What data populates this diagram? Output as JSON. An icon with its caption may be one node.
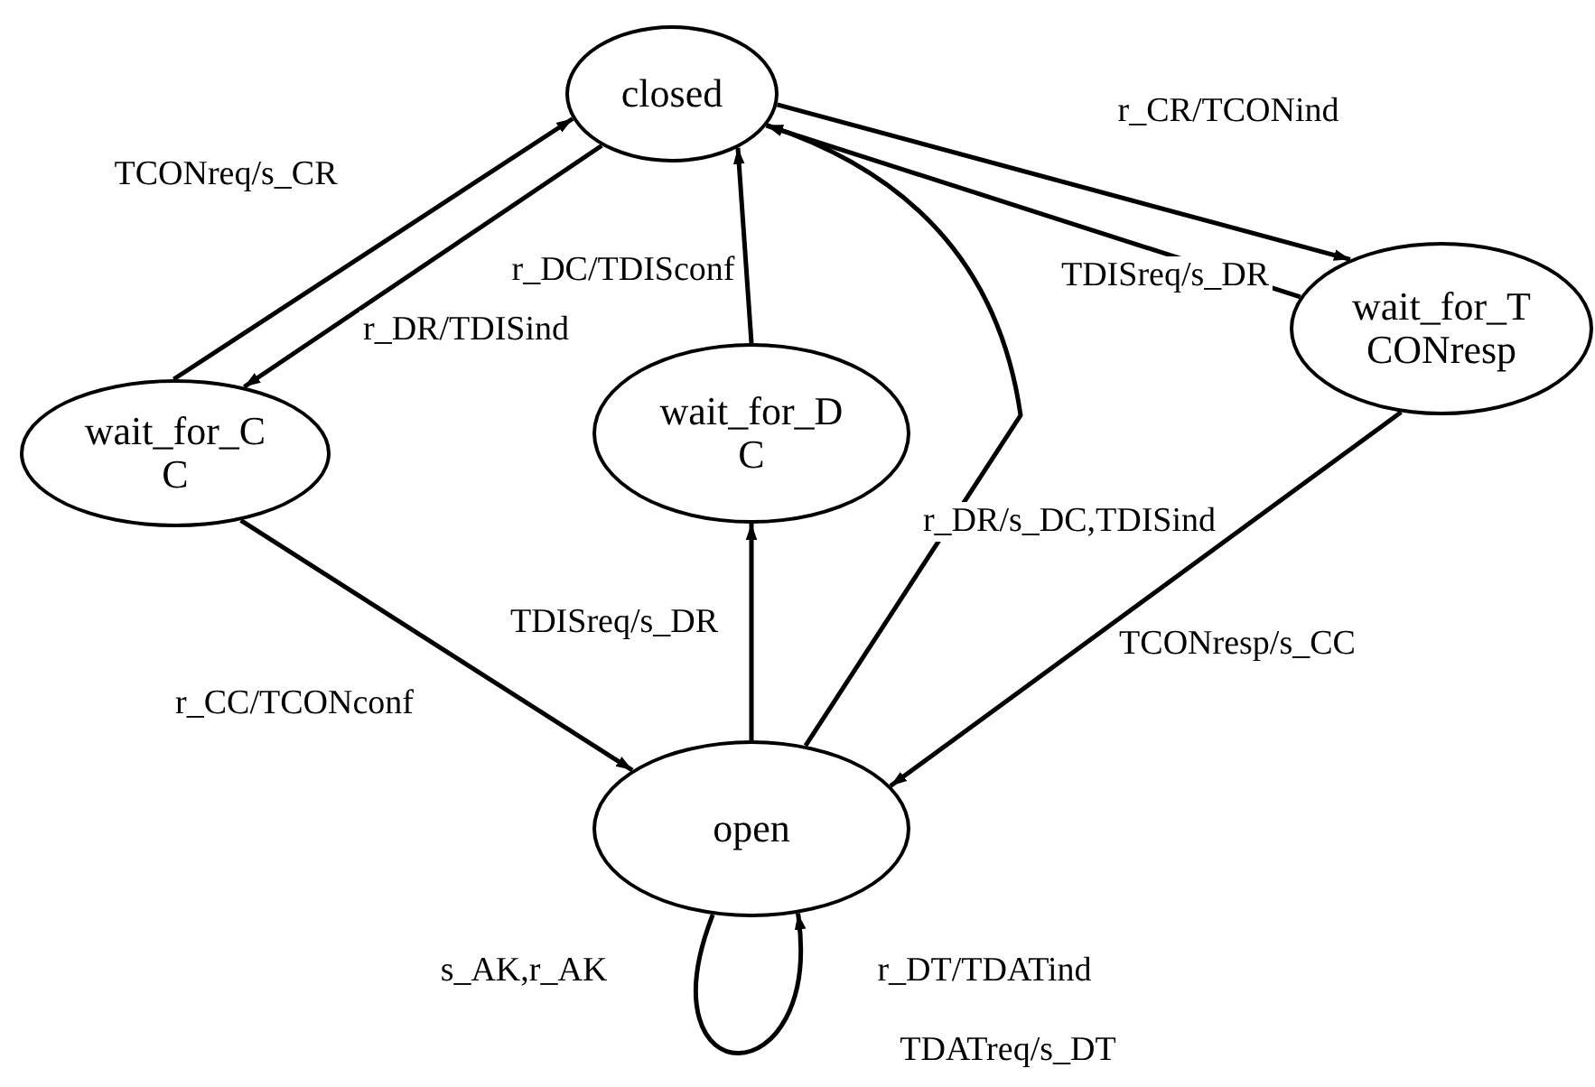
{
  "diagram": {
    "nodes": [
      {
        "text": [
          "closed"
        ]
      },
      {
        "text": [
          "wait_for_CC"
        ]
      },
      {
        "text": [
          "wait_for_DC"
        ]
      },
      {
        "text": [
          "wait_for_TCONresp"
        ]
      },
      {
        "text": [
          "open"
        ]
      }
    ],
    "edges": [
      {
        "from": 1,
        "to": 0,
        "arrow": "to",
        "label": "TCONreq/s_CR"
      },
      {
        "from": 0,
        "to": 1,
        "arrow": "to",
        "label": "r_DR/TDISind"
      },
      {
        "from": 2,
        "to": 0,
        "arrow": "to",
        "label": "r_DC/TDISconf"
      },
      {
        "from": 0,
        "to": 3,
        "arrow": "to",
        "label": "r_CR/TCONind"
      },
      {
        "from": 3,
        "to": 0,
        "arrow": "to",
        "label": "TDISreq/s_DR"
      },
      {
        "from": 4,
        "to": 0,
        "arrow": "to",
        "label": "r_DR/s_DC,TDISind"
      },
      {
        "from": 1,
        "to": 4,
        "arrow": "to",
        "label": "r_CC/TCONconf"
      },
      {
        "from": 4,
        "to": 2,
        "arrow": "to",
        "label": "TDISreq/s_DR"
      },
      {
        "from": 3,
        "to": 4,
        "arrow": "to",
        "label": "TCONresp/s_CC"
      },
      {
        "from": 4,
        "to": 4,
        "arrow": "to",
        "label": "s_AK,r_AK"
      }
    ],
    "labels": [
      "r_DT/TDATind",
      "TDATreq/s_DT"
    ]
  }
}
